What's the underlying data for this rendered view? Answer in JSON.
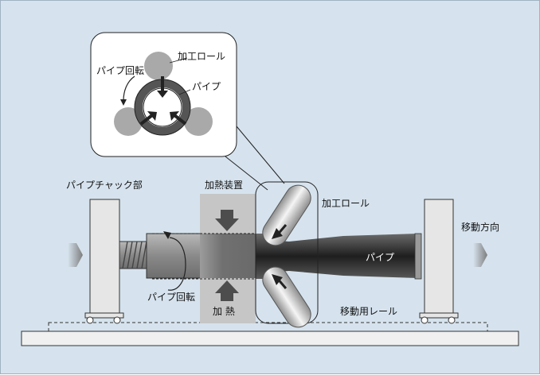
{
  "labels": {
    "chuck": "パイプチャック部",
    "heater": "加熱装置",
    "heat": "加 熱",
    "roll_main": "加工ロール",
    "roll_inset": "加工ロール",
    "pipe_inset": "パイプ",
    "pipe_main": "パイプ",
    "rotation_inset": "パイプ回転",
    "rotation_main": "パイプ回転",
    "direction": "移動方向",
    "rail": "移動用レール"
  },
  "colors": {
    "background": "#d6e3ee",
    "frame": "#e4e4e4",
    "heater": "#c8c8c8",
    "pipe_dark": "#2a2a2a",
    "roll": "#a9a9a9"
  }
}
